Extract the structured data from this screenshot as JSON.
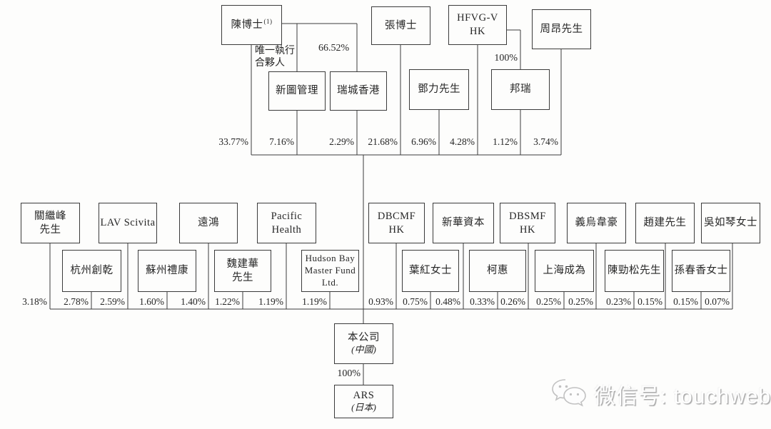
{
  "diagram": {
    "tier1": [
      {
        "label": "陳博士",
        "sup": "(1)",
        "pct": "33.77%"
      },
      {
        "label": "張博士",
        "pct": "21.68%"
      },
      {
        "label": "HFVG-V\nHK",
        "pct": "4.28%"
      },
      {
        "label": "周昂先生",
        "pct": "3.74%"
      }
    ],
    "tier2": [
      {
        "label": "新圖管理",
        "pct": "7.16%"
      },
      {
        "label": "瑞城香港",
        "pct": "2.29%"
      },
      {
        "label": "鄧力先生",
        "pct": "6.96%"
      },
      {
        "label": "邦瑞",
        "pct": "1.12%"
      }
    ],
    "edge_labels": {
      "sole_executive_partner": "唯一執行\n合夥人",
      "chen_to_ruicheng": "66.52%",
      "hfvg_to_bangrui": "100%",
      "company_to_ars": "100%"
    },
    "tier3": [
      {
        "label": "關繼峰\n先生",
        "pct": "3.18%"
      },
      {
        "label": "LAV Scivita",
        "pct": "2.59%"
      },
      {
        "label": "遠鴻",
        "pct": "1.40%"
      },
      {
        "label": "Pacific\nHealth",
        "pct": "1.19%"
      },
      {
        "label": "DBCMF\nHK",
        "pct": "0.93%"
      },
      {
        "label": "新華資本",
        "pct": "0.48%"
      },
      {
        "label": "DBSMF\nHK",
        "pct": "0.26%"
      },
      {
        "label": "義烏韋豪",
        "pct": "0.25%"
      },
      {
        "label": "趙建先生",
        "pct": "0.15%"
      },
      {
        "label": "吳如琴女士",
        "pct": "0.07%"
      }
    ],
    "tier4": [
      {
        "label": "杭州創乾",
        "pct": "2.78%"
      },
      {
        "label": "蘇州禮康",
        "pct": "1.60%"
      },
      {
        "label": "魏建華\n先生",
        "pct": "1.22%"
      },
      {
        "label": "Hudson Bay\nMaster Fund\nLtd.",
        "pct": "1.19%"
      },
      {
        "label": "葉紅女士",
        "pct": "0.75%"
      },
      {
        "label": "柯惠",
        "pct": "0.33%"
      },
      {
        "label": "上海成為",
        "pct": "0.25%"
      },
      {
        "label": "陳勁松先生",
        "pct": "0.23%"
      },
      {
        "label": "孫春香女士",
        "pct": "0.15%"
      }
    ],
    "company": {
      "label": "本公司",
      "sublabel": "(中國)"
    },
    "subsidiary": {
      "label": "ARS",
      "sublabel": "(日本)"
    }
  },
  "watermark": {
    "icon": "wechat-icon",
    "text": "微信号: touchweb"
  }
}
